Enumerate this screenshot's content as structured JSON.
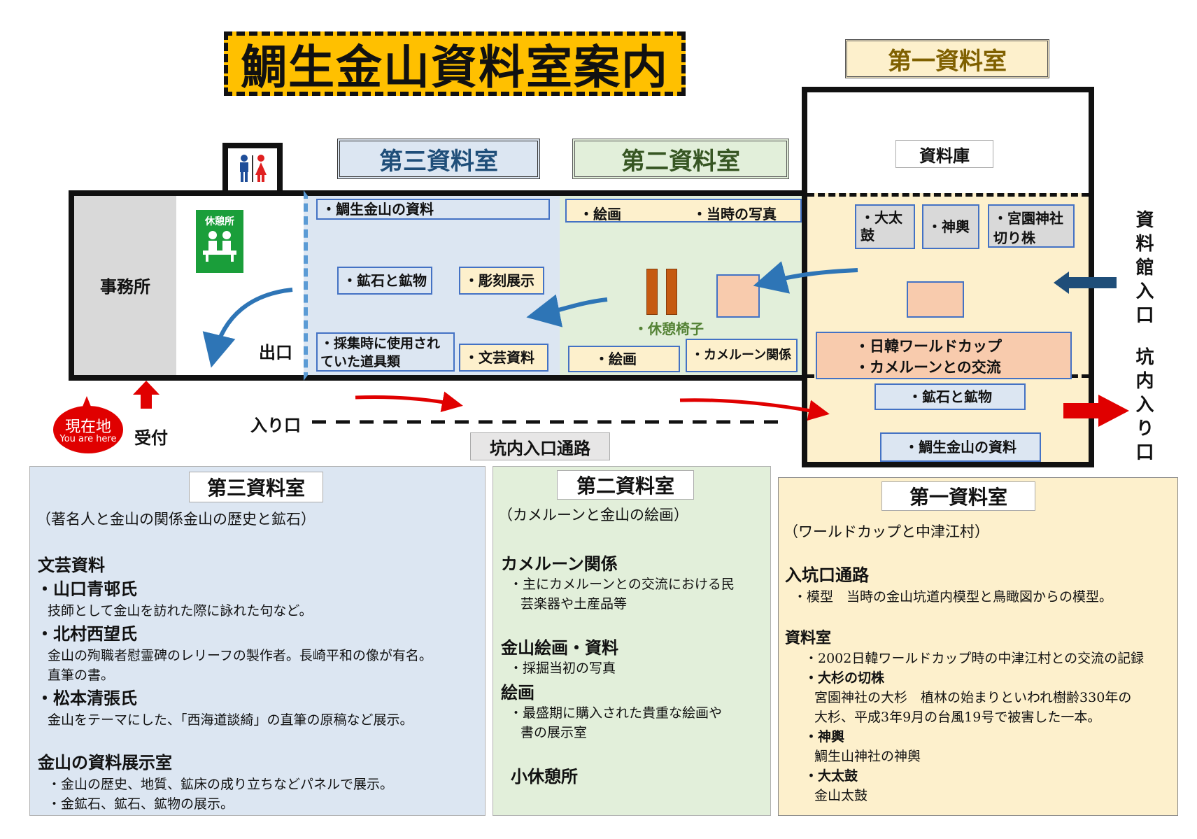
{
  "title": "鯛生金山資料室案内",
  "rooms": {
    "room1": "第一資料室",
    "room2": "第二資料室",
    "room3": "第三資料室",
    "storage": "資料庫",
    "office": "事務所",
    "rest_sign": "休憩所"
  },
  "map": {
    "room3_items": {
      "materials": "・鯛生金山の資料",
      "ores": "・鉱石と鉱物",
      "sculpture": "・彫刻展示",
      "tools_1": "・採集時に使用され",
      "tools_2": "ていた道具類",
      "literary": "・文芸資料"
    },
    "room2_items": {
      "painting_top": "・絵画",
      "photos": "・当時の写真",
      "chairs": "・休憩椅子",
      "painting_bottom": "・絵画",
      "cameroon": "・カメルーン関係"
    },
    "room1_items": {
      "drum": "・大太鼓",
      "mikoshi": "・神輿",
      "stump_1": "・宮園神社",
      "stump_2": "切り株",
      "worldcup_1": "・日韓ワールドカップ",
      "worldcup_2": "・カメルーンとの交流",
      "ores": "・鉱石と鉱物",
      "materials": "・鯛生金山の資料"
    },
    "exit": "出口",
    "entrance": "入り口",
    "tunnel_passage": "坑内入口通路",
    "reception": "受付",
    "here_jp": "現在地",
    "here_en": "You are here",
    "museum_entrance": "資料館入口",
    "mine_entrance": "坑内入り口"
  },
  "panel3": {
    "title": "第三資料室",
    "subtitle": "（著名人と金山の関係金山の歴史と鉱石）",
    "sec1": "文芸資料",
    "p1_name": "・山口青邨氏",
    "p1_desc": "技師として金山を訪れた際に詠れた句など。",
    "p2_name": "・北村西望氏",
    "p2_desc1": "金山の殉職者慰霊碑のレリーフの製作者。長崎平和の像が有名。",
    "p2_desc2": "直筆の書。",
    "p3_name": "・松本清張氏",
    "p3_desc": "金山をテーマにした、「西海道談綺」の直筆の原稿など展示。",
    "sec2": "金山の資料展示室",
    "s2_l1": "・金山の歴史、地質、鉱床の成り立ちなどパネルで展示。",
    "s2_l2": "・金鉱石、鉱石、鉱物の展示。"
  },
  "panel2": {
    "title": "第二資料室",
    "subtitle": "（カメルーンと金山の絵画）",
    "sec1": "カメルーン関係",
    "s1_l1": "・主にカメルーンとの交流における民",
    "s1_l2": "芸楽器や土産品等",
    "sec2": "金山絵画・資料",
    "s2_l1": "・採掘当初の写真",
    "sec3": "絵画",
    "s3_l1": "・最盛期に購入された貴重な絵画や",
    "s3_l2": "書の展示室",
    "sec4": "小休憩所"
  },
  "panel1": {
    "title": "第一資料室",
    "subtitle": "（ワールドカップと中津江村）",
    "sec1": "入坑口通路",
    "s1_l1": "・模型　当時の金山坑道内模型と鳥瞰図からの模型。",
    "sec2": "資料室",
    "s2_l1": "・2002日韓ワールドカップ時の中津江村との交流の記録",
    "s2_l2": "・大杉の切株",
    "s2_l3": "宮園神社の大杉　植林の始まりといわれ樹齢330年の",
    "s2_l4": "大杉、平成3年9月の台風19号で被害した一本。",
    "s2_l5": "・神輿",
    "s2_l6": "鯛生山神社の神輿",
    "s2_l7": "・大太鼓",
    "s2_l8": "金山太鼓"
  }
}
